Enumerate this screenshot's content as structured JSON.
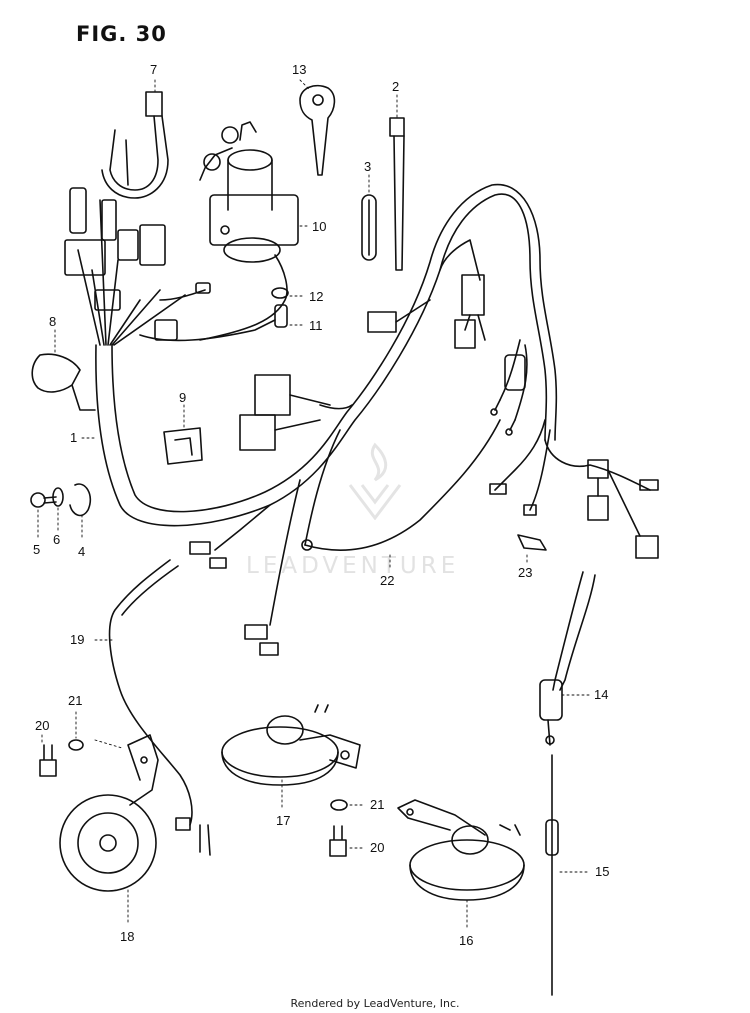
{
  "figure": {
    "title": "FIG. 30",
    "watermark_text": "LEADVENTURE",
    "credit": "Rendered by LeadVenture, Inc."
  },
  "callouts": {
    "c1": "1",
    "c2": "2",
    "c3": "3",
    "c4": "4",
    "c5": "5",
    "c6": "6",
    "c7": "7",
    "c8": "8",
    "c9": "9",
    "c10": "10",
    "c11": "11",
    "c12": "12",
    "c13": "13",
    "c14": "14",
    "c15": "15",
    "c16": "16",
    "c17": "17",
    "c18": "18",
    "c19": "19",
    "c20a": "20",
    "c20b": "20",
    "c21a": "21",
    "c21b": "21",
    "c22": "22",
    "c23": "23"
  },
  "icons": [
    "wiring-harness-icon",
    "ignition-switch-icon",
    "key-icon",
    "horn-icon",
    "cable-tie-icon",
    "clamp-icon",
    "bolt-icon",
    "washer-icon"
  ]
}
